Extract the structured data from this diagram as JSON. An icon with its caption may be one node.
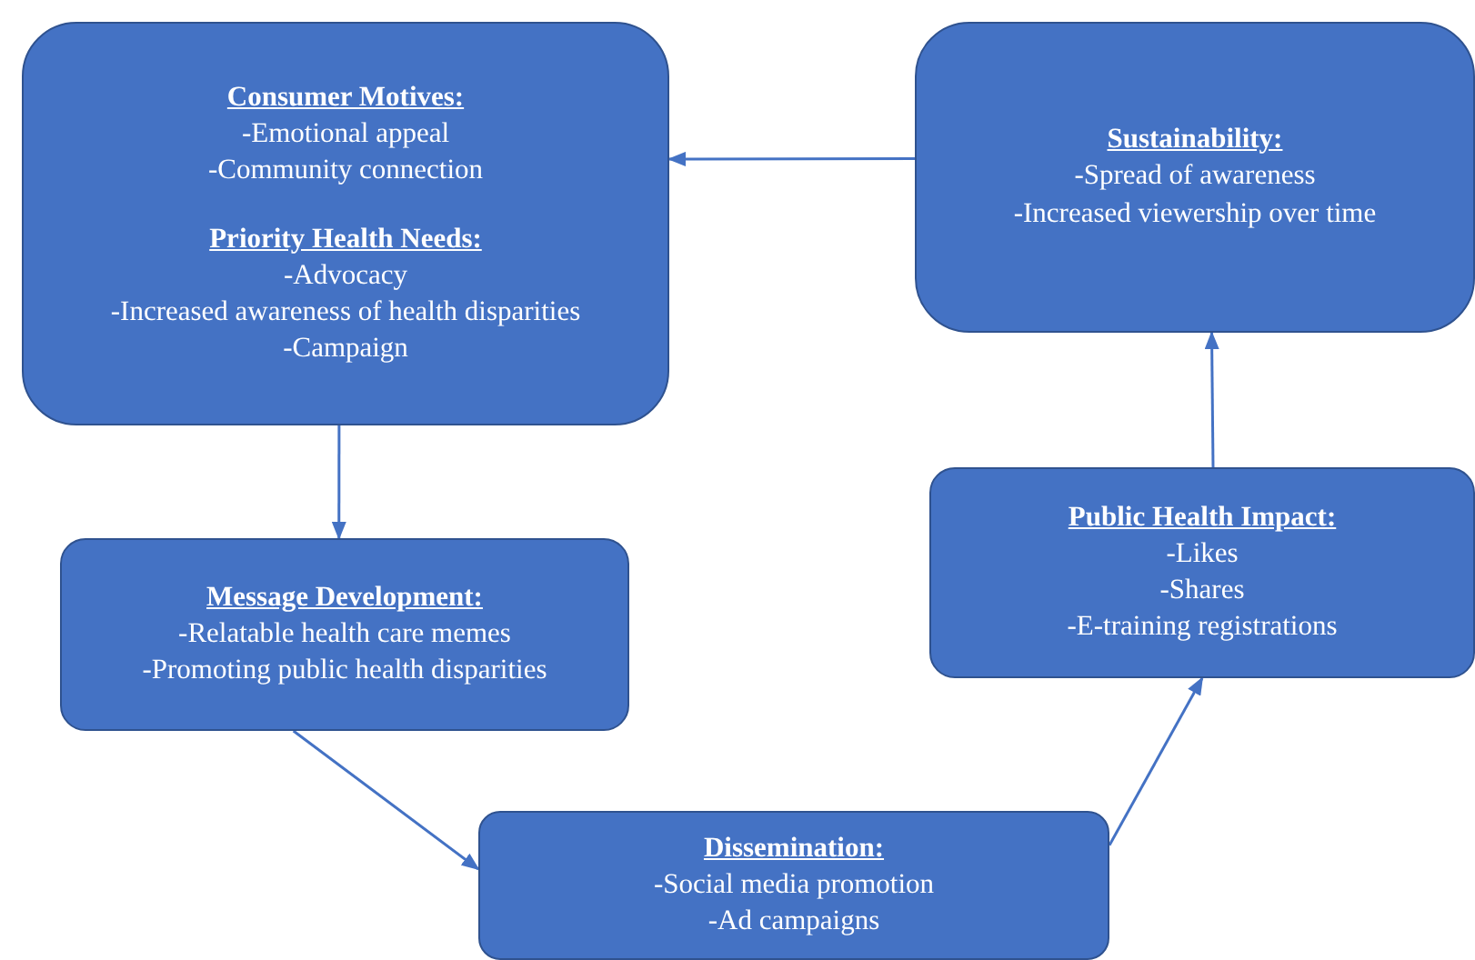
{
  "diagram": {
    "nodes": [
      {
        "text": [
          "Consumer Motives:",
          "-Emotional appeal",
          "-Community connection",
          "Priority Health Needs:",
          "-Advocacy",
          "-Increased awareness of health disparities",
          "-Campaign"
        ]
      },
      {
        "text": [
          "Sustainability:",
          "-Spread of awareness",
          "-Increased viewership over time"
        ]
      },
      {
        "text": [
          "Message Development:",
          "-Relatable health care memes",
          "-Promoting public health disparities"
        ]
      },
      {
        "text": [
          "Dissemination:",
          "-Social media promotion",
          "-Ad campaigns"
        ]
      },
      {
        "text": [
          "Public Health Impact:",
          "-Likes",
          "-Shares",
          "-E-training registrations"
        ]
      }
    ],
    "edges": [
      {
        "from": 1,
        "to": 0,
        "arrow": "to"
      },
      {
        "from": 0,
        "to": 2,
        "arrow": "to"
      },
      {
        "from": 2,
        "to": 3,
        "arrow": "to"
      },
      {
        "from": 3,
        "to": 4,
        "arrow": "to"
      },
      {
        "from": 4,
        "to": 1,
        "arrow": "to"
      }
    ]
  }
}
